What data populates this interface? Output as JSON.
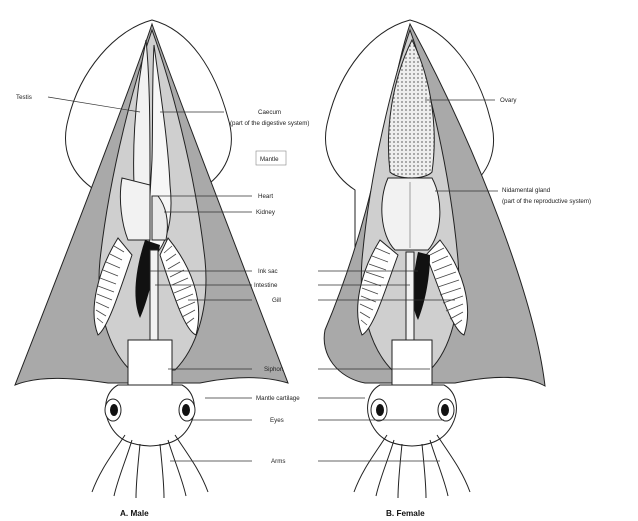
{
  "figure": {
    "labels": {
      "testis": "Testis",
      "caecum_line1": "Caecum",
      "caecum_line2": "(part of the digestive system)",
      "mantle": "Mantle",
      "heart": "Heart",
      "kidney": "Kidney",
      "ink_sac": "Ink sac",
      "intestine": "Intestine",
      "gill": "Gill",
      "siphon": "Siphon",
      "mantle_cartilage": "Mantle cartilage",
      "eyes": "Eyes",
      "arms": "Arms",
      "ovary": "Ovary",
      "nidamental_line1": "Nidamental gland",
      "nidamental_line2": "(part of the reproductive system)"
    },
    "captions": {
      "male": "A. Male",
      "female": "B. Female"
    }
  },
  "colors": {
    "mantle_fill": "#a9a9a9",
    "inner_fill": "#cfcfcf",
    "organ_fill": "#f2f2f2",
    "ink_fill": "#111111",
    "line": "#222222"
  }
}
